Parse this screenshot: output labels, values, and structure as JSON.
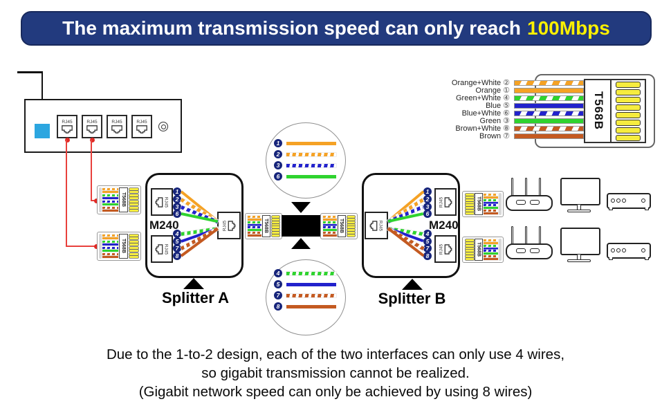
{
  "banner": {
    "text": "The maximum transmission speed can only reach",
    "highlight": "100Mbps"
  },
  "colors": {
    "banner_bg": "#223A7E",
    "highlight_yellow": "#FBF000",
    "wire_orange": "#F5A225",
    "wire_blue": "#2222CC",
    "wire_green": "#2FD32F",
    "wire_brown": "#C45A21",
    "pin_yellow": "#F6EC3F",
    "cable_red": "#E8403C",
    "wan_blue": "#2CA6E0",
    "number_badge": "#17257B"
  },
  "t568b_label": "T568B",
  "legend": [
    {
      "name": "Orange+White",
      "pin": "②"
    },
    {
      "name": "Orange",
      "pin": "①"
    },
    {
      "name": "Green+White",
      "pin": "④"
    },
    {
      "name": "Blue",
      "pin": "⑤"
    },
    {
      "name": "Blue+White",
      "pin": "⑥"
    },
    {
      "name": "Green",
      "pin": "③"
    },
    {
      "name": "Brown+White",
      "pin": "⑧"
    },
    {
      "name": "Brown",
      "pin": "⑦"
    }
  ],
  "modem": {
    "port_label": "RJ45"
  },
  "splitter_a": {
    "model": "M240",
    "caption": "Splitter A",
    "port_label": "RJ45"
  },
  "splitter_b": {
    "model": "M240",
    "caption": "Splitter B",
    "port_label": "RJ45"
  },
  "wires_top": [
    {
      "num": "1",
      "color_name": "orange-solid"
    },
    {
      "num": "2",
      "color_name": "orange-striped"
    },
    {
      "num": "3",
      "color_name": "blue-striped"
    },
    {
      "num": "6",
      "color_name": "green-solid"
    }
  ],
  "wires_bottom": [
    {
      "num": "4",
      "color_name": "green-striped"
    },
    {
      "num": "5",
      "color_name": "blue-solid"
    },
    {
      "num": "7",
      "color_name": "brown-striped"
    },
    {
      "num": "8",
      "color_name": "brown-solid"
    }
  ],
  "caption": {
    "line1": "Due to the 1-to-2 design, each of the two interfaces can only use 4 wires,",
    "line2": "so gigabit transmission cannot be realized.",
    "line3": "(Gigabit network speed can only be achieved by using 8 wires)"
  }
}
